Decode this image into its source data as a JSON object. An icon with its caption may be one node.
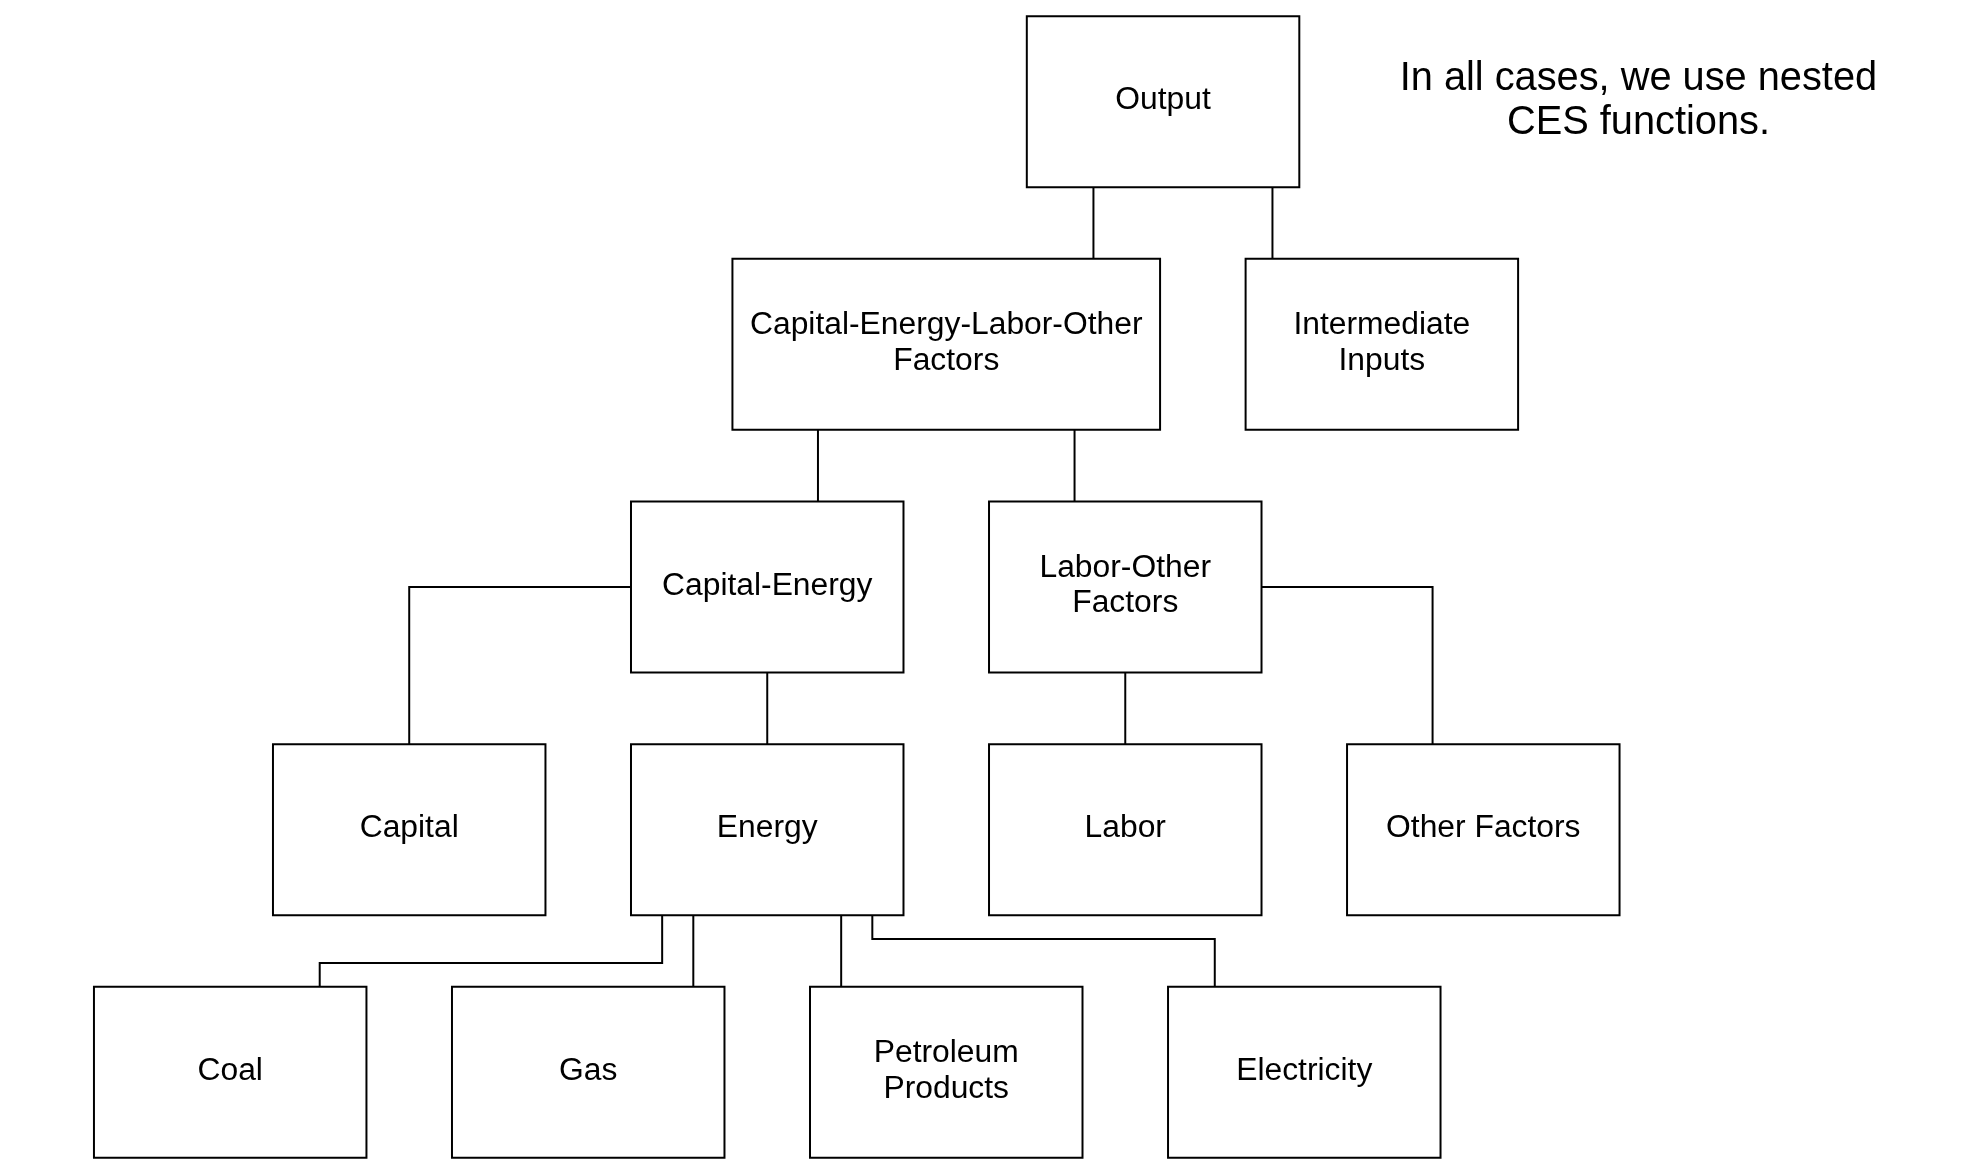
{
  "diagram": {
    "nodes": [
      {
        "text": [
          "Output"
        ]
      },
      {
        "text": [
          "Capital-Energy-Labor-Other Factors"
        ]
      },
      {
        "text": [
          "Intermediate Inputs"
        ]
      },
      {
        "text": [
          "Capital-Energy"
        ]
      },
      {
        "text": [
          "Labor-Other Factors"
        ]
      },
      {
        "text": [
          "Capital"
        ]
      },
      {
        "text": [
          "Energy"
        ]
      },
      {
        "text": [
          "Labor"
        ]
      },
      {
        "text": [
          "Other Factors"
        ]
      },
      {
        "text": [
          "Coal"
        ]
      },
      {
        "text": [
          "Gas"
        ]
      },
      {
        "text": [
          "Petroleum Products"
        ]
      },
      {
        "text": [
          "Electricity"
        ]
      }
    ],
    "edges": [
      {
        "from": 0,
        "to": 1,
        "arrow": "none"
      },
      {
        "from": 0,
        "to": 2,
        "arrow": "none"
      },
      {
        "from": 1,
        "to": 3,
        "arrow": "none"
      },
      {
        "from": 1,
        "to": 4,
        "arrow": "none"
      },
      {
        "from": 3,
        "to": 5,
        "arrow": "none"
      },
      {
        "from": 3,
        "to": 6,
        "arrow": "none"
      },
      {
        "from": 4,
        "to": 7,
        "arrow": "none"
      },
      {
        "from": 4,
        "to": 8,
        "arrow": "none"
      },
      {
        "from": 6,
        "to": 9,
        "arrow": "none"
      },
      {
        "from": 6,
        "to": 10,
        "arrow": "none"
      },
      {
        "from": 6,
        "to": 11,
        "arrow": "none"
      },
      {
        "from": 6,
        "to": 12,
        "arrow": "none"
      }
    ],
    "labels": [
      "In all cases, we use nested CES functions."
    ]
  }
}
